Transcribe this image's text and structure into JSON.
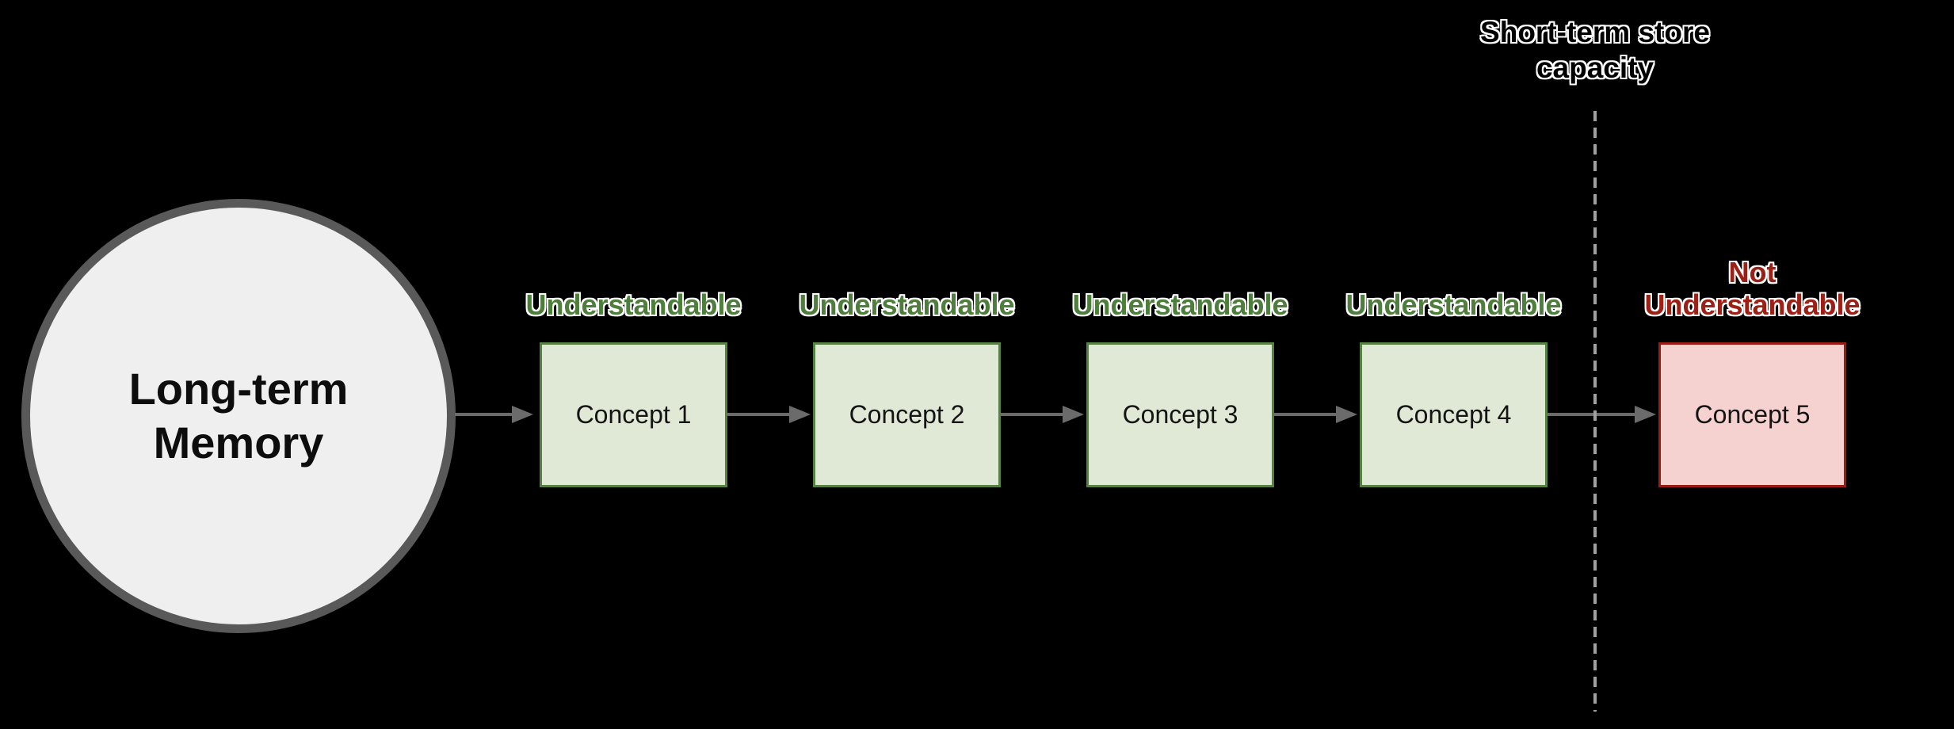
{
  "diagram_type": "memory-model-flow",
  "memory_node": {
    "label": "Long-term\nMemory"
  },
  "divider": {
    "title": "Short-term store\ncapacity"
  },
  "concepts": [
    {
      "label": "Concept 1",
      "status": "Understandable",
      "state": "understandable"
    },
    {
      "label": "Concept 2",
      "status": "Understandable",
      "state": "understandable"
    },
    {
      "label": "Concept 3",
      "status": "Understandable",
      "state": "understandable"
    },
    {
      "label": "Concept 4",
      "status": "Understandable",
      "state": "understandable"
    },
    {
      "label": "Concept 5",
      "status": "Not\nUnderstandable",
      "state": "not-understandable"
    }
  ],
  "colors": {
    "background": "#000000",
    "circle_fill": "#efefef",
    "circle_border": "#595959",
    "green_text": "#4e7e3c",
    "red_text": "#9c2016",
    "box_green_fill": "#dfe9d6",
    "box_green_border": "#568142",
    "box_red_fill": "#f5d1d0",
    "box_red_border": "#9b1b14",
    "arrow_gray": "#6b6b6b",
    "dash_gray": "#a0a0a0",
    "text_halo": "#ffffff"
  }
}
